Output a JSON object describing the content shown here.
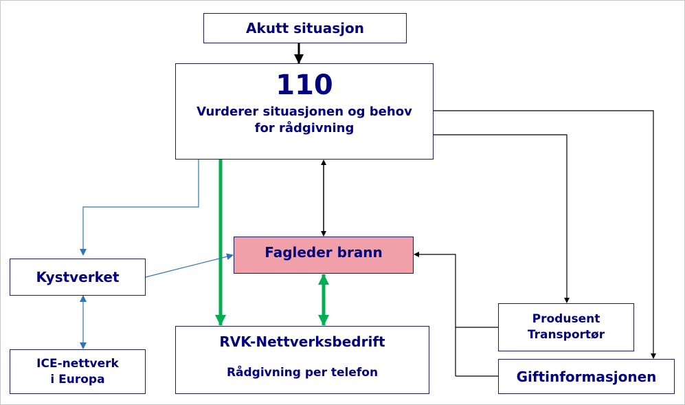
{
  "diagram": {
    "colors": {
      "text": "#000080",
      "highlight_box": "#f0a0a8",
      "green_link": "#00b050",
      "blue_link": "#2e75b6",
      "black_link": "#000000"
    },
    "nodes": {
      "akutt": {
        "label": "Akutt situasjon"
      },
      "center110": {
        "number": "110",
        "line1": "Vurderer situasjonen og behov",
        "line2": "for rådgivning"
      },
      "fagleder": {
        "label": "Fagleder brann"
      },
      "kystverket": {
        "label": "Kystverket"
      },
      "ice": {
        "line1": "ICE-nettverk",
        "line2": "i Europa"
      },
      "rvk": {
        "title": "RVK-Nettverksbedrift",
        "subtitle": "Rådgivning per telefon"
      },
      "produsent": {
        "line1": "Produsent",
        "line2": "Transportør"
      },
      "gift": {
        "label": "Giftinformasjonen"
      }
    },
    "edges": [
      {
        "from": "akutt",
        "to": "center110",
        "style": "black-thick",
        "direction": "forward"
      },
      {
        "from": "center110",
        "to": "fagleder",
        "style": "black",
        "direction": "both"
      },
      {
        "from": "center110",
        "to": "rvk",
        "style": "green",
        "direction": "forward"
      },
      {
        "from": "fagleder",
        "to": "rvk",
        "style": "green",
        "direction": "both"
      },
      {
        "from": "center110",
        "to": "kystverket",
        "style": "blue",
        "direction": "forward"
      },
      {
        "from": "kystverket",
        "to": "fagleder",
        "style": "blue",
        "direction": "forward"
      },
      {
        "from": "kystverket",
        "to": "ice",
        "style": "blue",
        "direction": "both"
      },
      {
        "from": "center110",
        "to": "produsent",
        "style": "black",
        "direction": "forward"
      },
      {
        "from": "center110",
        "to": "gift",
        "style": "black",
        "direction": "forward"
      },
      {
        "from": "produsent",
        "to": "fagleder",
        "style": "black",
        "direction": "forward"
      },
      {
        "from": "gift",
        "to": "fagleder",
        "style": "black",
        "direction": "forward"
      }
    ]
  }
}
